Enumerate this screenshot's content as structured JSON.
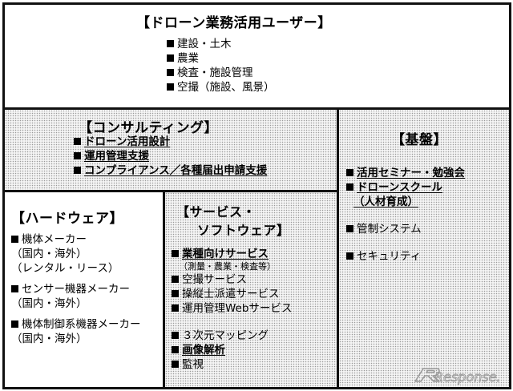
{
  "users": {
    "title": "【ドローン業務活用ユーザー】",
    "items": [
      "建設・土木",
      "農業",
      "検査・施設管理",
      "空撮（施設、風景）"
    ]
  },
  "consulting": {
    "title": "【コンサルティング】",
    "items": [
      "ドローン活用設計",
      "運用管理支援",
      "コンプライアンス／各種届出申請支援"
    ]
  },
  "foundation": {
    "title": "【基盤】",
    "items": [
      "活用セミナー・勉強会",
      "ドローンスクール",
      "（人材育成）",
      "管制システム",
      "セキュリティ"
    ]
  },
  "hardware": {
    "title": "【ハードウェア】",
    "items": [
      "機体メーカー",
      "（国内・海外）",
      "（レンタル・リース）",
      "センサー機器メーカー",
      "（国内・海外）",
      "機体制御系機器メーカー",
      "（国内・海外）"
    ]
  },
  "services": {
    "title_line1": "【サービス・",
    "title_line2": "ソフトウェア】",
    "items": [
      "業種向けサービス",
      "（測量・農業・検査等）",
      "空撮サービス",
      "操縦士派遣サービス",
      "運用管理Webサービス",
      "３次元マッピング",
      "画像解析",
      "監視"
    ]
  },
  "watermark": "Response."
}
